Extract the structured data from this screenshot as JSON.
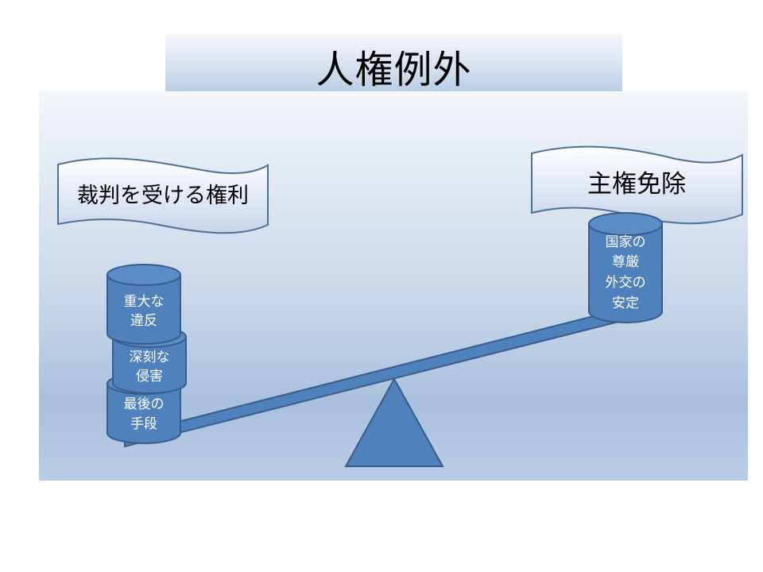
{
  "title": "人権例外",
  "left_banner": {
    "label": "裁判を受ける権利"
  },
  "right_banner": {
    "label": "主権免除"
  },
  "left_stack": [
    {
      "line1": "最後の",
      "line2": "手段"
    },
    {
      "line1": "深刻な",
      "line2": "侵害"
    },
    {
      "line1": "重大な",
      "line2": "違反"
    }
  ],
  "right_cylinder": {
    "lines": [
      "国家の",
      "尊厳",
      "外交の",
      "安定"
    ]
  },
  "colors": {
    "shape_fill": "#4f81bd",
    "shape_stroke": "#385d8a",
    "banner_fill_top": "#ffffff",
    "banner_fill_bottom": "#c6d5ea",
    "banner_stroke": "#4f6f98"
  }
}
